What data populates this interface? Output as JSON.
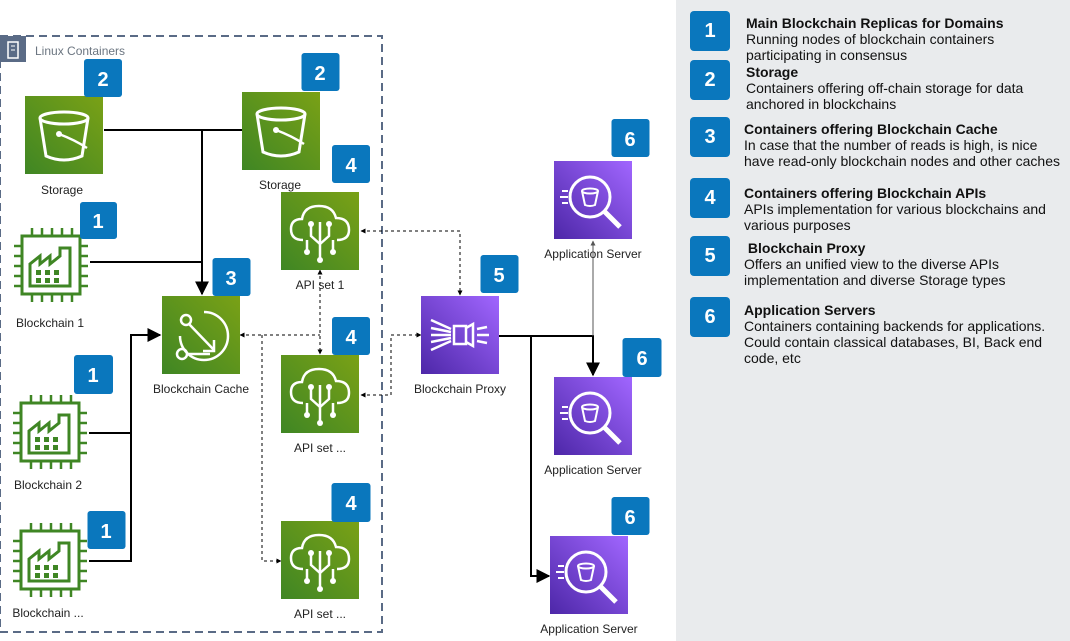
{
  "group": {
    "label": "Linux Containers",
    "icon": "building-icon"
  },
  "nodes": {
    "storage1": {
      "label": "Storage",
      "badge": "2",
      "icon": "bucket-icon"
    },
    "storage2": {
      "label": "Storage",
      "badge": "2",
      "icon": "bucket-icon"
    },
    "blockchain1": {
      "label": "Blockchain  1",
      "badge": "1",
      "icon": "factory-chip-icon"
    },
    "blockchain2": {
      "label": "Blockchain 2",
      "badge": "1",
      "icon": "factory-chip-icon"
    },
    "blockchain3": {
      "label": "Blockchain  ...",
      "badge": "1",
      "icon": "factory-chip-icon"
    },
    "cache": {
      "label": "Blockchain Cache",
      "badge": "3",
      "icon": "cache-icon"
    },
    "api1": {
      "label": "API set 1",
      "badge": "4",
      "icon": "cloud-circuit-icon"
    },
    "api2": {
      "label": "API set ...",
      "badge": "4",
      "icon": "cloud-circuit-icon"
    },
    "api3": {
      "label": "API set ...",
      "badge": "4",
      "icon": "cloud-circuit-icon"
    },
    "proxy": {
      "label": "Blockchain Proxy",
      "badge": "5",
      "icon": "proxy-icon"
    },
    "app1": {
      "label": "Application Server",
      "badge": "6",
      "icon": "search-bucket-icon"
    },
    "app2": {
      "label": "Application Server",
      "badge": "6",
      "icon": "search-bucket-icon"
    },
    "app3": {
      "label": "Application Server",
      "badge": "6",
      "icon": "search-bucket-icon"
    }
  },
  "legend": [
    {
      "num": "1",
      "title": "Main Blockchain Replicas for Domains",
      "desc": "Running nodes of blockchain containers participating in consensus"
    },
    {
      "num": "2",
      "title": "Storage",
      "desc": "Containers offering off-chain storage for data anchored in blockchains"
    },
    {
      "num": "3",
      "title": "Containers offering Blockchain Cache",
      "desc": "In case that the number of reads is high, is nice have read-only blockchain nodes and other caches"
    },
    {
      "num": "4",
      "title": "Containers offering Blockchain APIs",
      "desc": "APIs implementation for various blockchains and various purposes"
    },
    {
      "num": "5",
      "title": " Blockchain Proxy",
      "desc": "Offers an unified view to the diverse APIs implementation and diverse Storage types"
    },
    {
      "num": "6",
      "title": "Application Servers",
      "desc": "Containers containing backends for applications. Could contain classical databases, BI, Back end code, etc"
    }
  ],
  "colors": {
    "green": "#3f8624",
    "green_light": "#6cae3e",
    "purple": "#8c4fff",
    "purple_dark": "#5a30b5",
    "badge": "#0a77bd",
    "group_border": "#5a6b86",
    "legend_bg": "#e9ebed"
  }
}
